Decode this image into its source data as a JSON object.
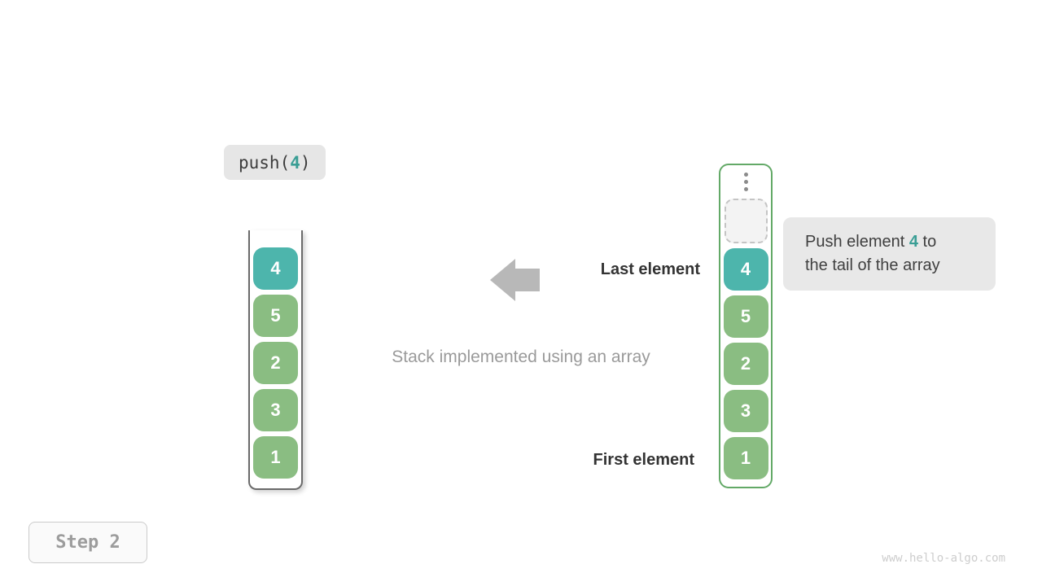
{
  "push_label": {
    "prefix": "push(",
    "value": "4",
    "suffix": ")"
  },
  "stacks": {
    "left": {
      "cells": [
        "4",
        "5",
        "2",
        "3",
        "1"
      ]
    },
    "right": {
      "cells": [
        "4",
        "5",
        "2",
        "3",
        "1"
      ],
      "empty_slot": "",
      "highlight_index": 0
    }
  },
  "annotations": {
    "last_element": "Last element",
    "first_element": "First element",
    "caption": "Stack implemented using an array"
  },
  "tooltip": {
    "line1_before": "Push element ",
    "value": "4",
    "line1_after": " to",
    "line2": "the tail of the array"
  },
  "step_badge": "Step 2",
  "watermark": "www.hello-algo.com",
  "icons": {
    "vertical_ellipsis": "three stacked gray dots",
    "left_arrow": "solid gray arrow pointing left"
  },
  "colors": {
    "pushed_cell": "#4db5ac",
    "cell_green": "#8abd82",
    "accent_text": "#3a9e95",
    "array_border": "#63a967",
    "label_bg": "#e8e8e8",
    "arrow": "#b8b8b8",
    "caption_text": "#9a9a9a"
  }
}
